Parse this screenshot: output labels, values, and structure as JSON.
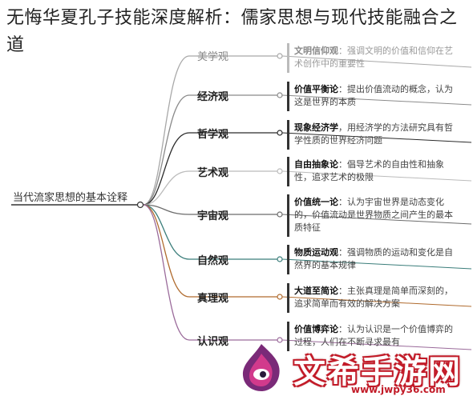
{
  "title": "无悔华夏孔子技能深度解析：儒家思想与现代技能融合之道",
  "root_label": "当代流家思想的基本诠释",
  "branches": [
    {
      "label": "美学观",
      "term": "文明信仰观",
      "desc": "：强调文明的价值和信仰在艺术创作中的重要性",
      "color": "#a8a8a8",
      "faded": true
    },
    {
      "label": "经济观",
      "term": "价值平衡论",
      "desc": "：提出价值流动的概念，认为这是世界的本质",
      "color": "#8a8a8a",
      "faded": false
    },
    {
      "label": "哲学观",
      "term": "现象经济学",
      "desc": "，用经济学的方法研究具有哲学性质的世界经济问题",
      "color": "#2a2a2a",
      "faded": false
    },
    {
      "label": "艺术观",
      "term": "自由抽象论",
      "desc": "：倡导艺术的自由性和抽象性，追求艺术的极限",
      "color": "#bbbbbb",
      "faded": false
    },
    {
      "label": "宇宙观",
      "term": "价值统一论",
      "desc": "：认为宇宙世界是动态变化的，价值流动是世界物质之间产生的最本质特征",
      "color": "#6c6c6c",
      "faded": false
    },
    {
      "label": "自然观",
      "term": "物质运动观",
      "desc": "：强调物质的运动和变化是自然界的基本规律",
      "color": "#3a7d7a",
      "faded": false
    },
    {
      "label": "真理观",
      "term": "大道至简论",
      "desc": "：主张真理是简单而深刻的，追求简单而有效的解决方案",
      "color": "#b06b2e",
      "faded": false
    },
    {
      "label": "认识观",
      "term": "价值博弈论",
      "desc": "：认为认识是一个价值博弈的过程，人们在不断寻求最有",
      "color": "#9a6a9a",
      "faded": false
    }
  ],
  "watermark": {
    "text": "文希手游网",
    "url": "www.jwpy36.com",
    "logo_icon": "flame-logo-icon"
  }
}
